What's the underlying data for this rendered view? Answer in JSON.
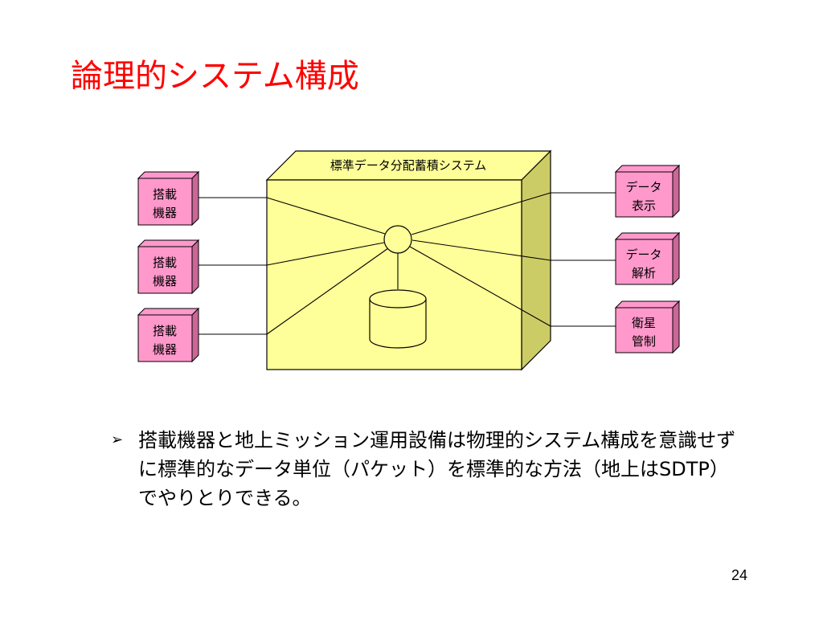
{
  "slide": {
    "title": "論理的システム構成",
    "page_number": "24"
  },
  "diagram": {
    "central_system_label": "標準データ分配蓄積システム",
    "left_nodes": [
      {
        "line1": "搭載",
        "line2": "機器"
      },
      {
        "line1": "搭載",
        "line2": "機器"
      },
      {
        "line1": "搭載",
        "line2": "機器"
      }
    ],
    "right_nodes": [
      {
        "line1": "データ",
        "line2": "表示"
      },
      {
        "line1": "データ",
        "line2": "解析"
      },
      {
        "line1": "衛星",
        "line2": "管制"
      }
    ],
    "colors": {
      "node_fill": "#ff99cc",
      "node_side": "#cc6699",
      "system_fill": "#ffff99",
      "system_side": "#cccc66",
      "title_color": "#ff0000"
    }
  },
  "bullet": {
    "marker": "➢",
    "text": "搭載機器と地上ミッション運用設備は物理的システム構成を意識せずに標準的なデータ単位（パケット）を標準的な方法（地上はSDTP）でやりとりできる。"
  }
}
